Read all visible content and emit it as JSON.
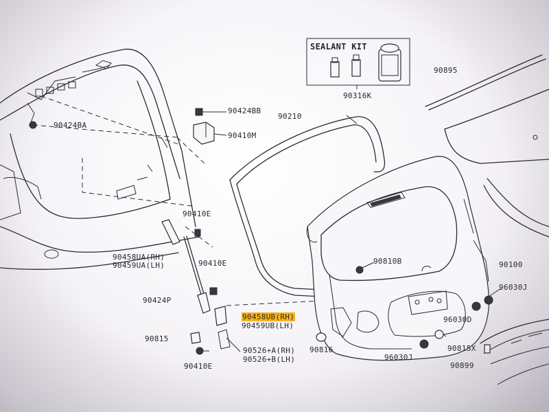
{
  "kit": {
    "title": "SEALANT KIT",
    "code": "90316K"
  },
  "labels": {
    "p90895": "90895",
    "p90424BB": "90424BB",
    "p90424BA": "90424BA",
    "p90410M": "90410M",
    "p90210": "90210",
    "p90410E_a": "90410E",
    "p90458UA": "90458UA(RH)",
    "p90459UA": "90459UA(LH)",
    "p90410E_b": "90410E",
    "p90424P": "90424P",
    "p90458UB": "90458UB(RH)",
    "p90459UB": "90459UB(LH)",
    "p90815": "90815",
    "p90526A": "90526+A(RH)",
    "p90526B": "90526+B(LH)",
    "p90410E_c": "90410E",
    "p90816": "90816",
    "p90810B": "90810B",
    "p90100": "90100",
    "p96030J_a": "96030J",
    "p96030D": "96030D",
    "p90815X": "90815X",
    "p96030J_b": "96030J",
    "p90899": "90899"
  },
  "highlight_color": "#f5b321"
}
